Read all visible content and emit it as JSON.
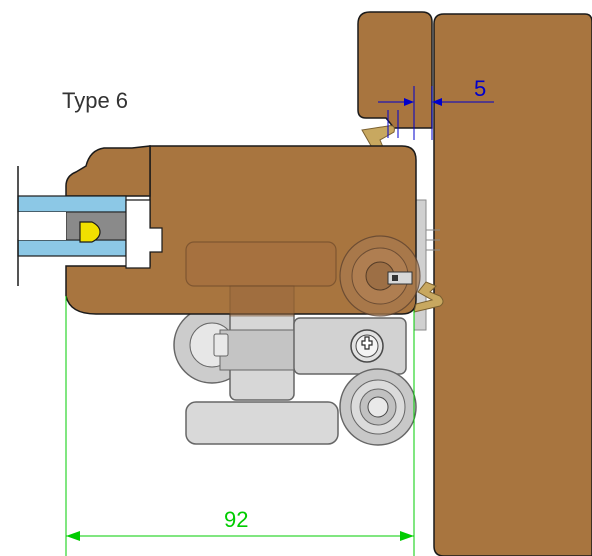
{
  "title": "Type 6",
  "dimensions": {
    "gap": {
      "value": "5",
      "color": "#0000cc"
    },
    "width": {
      "value": "92",
      "color": "#00cc00"
    }
  },
  "colors": {
    "wood": "#a8753f",
    "wood_outline": "#1a1a1a",
    "glass": "#8cc8e6",
    "seal": "#f0e000",
    "clip": "#c8a860",
    "hardware": "#bdbdbd",
    "hardware_dark": "#7a7a7a"
  }
}
